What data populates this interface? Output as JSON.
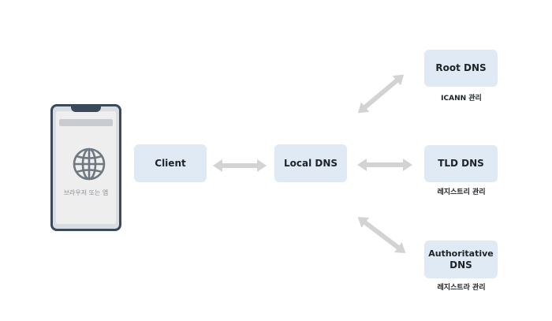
{
  "phone": {
    "icon": "globe-icon",
    "label": "브라우저 또는 앱"
  },
  "nodes": {
    "client": "Client",
    "local_dns": "Local DNS",
    "root_dns": "Root DNS",
    "tld_dns": "TLD DNS",
    "authoritative_line1": "Authoritative",
    "authoritative_line2": "DNS"
  },
  "captions": {
    "root": "ICANN 관리",
    "tld": "레지스트리 관리",
    "authoritative": "레지스트라 관리"
  },
  "colors": {
    "node_fill": "#dfeaf5",
    "arrow": "#d3d3d3",
    "phone_frame": "#3a4a5a",
    "globe": "#6f7880"
  }
}
